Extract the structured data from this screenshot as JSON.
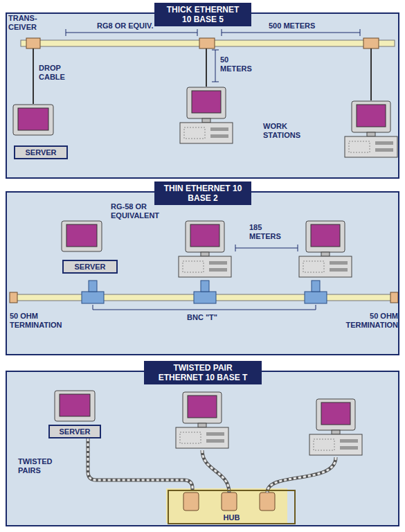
{
  "diagram": {
    "nodes": [
      {
        "text": [
          "THICK ETHERNET 10 BASE 5"
        ]
      },
      {
        "text": [
          "SERVER"
        ],
        "in": 0
      },
      {
        "text": [
          "THIN ETHERNET 10 BASE 2"
        ]
      },
      {
        "text": [
          "SERVER"
        ],
        "in": 2
      },
      {
        "text": [
          "TWISTED PAIR ETHERNET 10 BASE T"
        ]
      },
      {
        "text": [
          "SERVER"
        ],
        "in": 4
      },
      {
        "text": [
          "HUB"
        ],
        "in": 4
      }
    ],
    "edges": [
      {
        "from": 5,
        "to": 6,
        "arrow": "none"
      }
    ],
    "labels": [
      "TRANS- CEIVER",
      "RG8 OR EQUIV.",
      "500 METERS",
      "DROP CABLE",
      "50 METERS",
      "WORK STATIONS",
      "RG-58 OR EQUIVALENT",
      "185 METERS",
      "50 OHM TERMINATION",
      "BNC \"T\"",
      "50 OHM TERMINATION",
      "TWISTED PAIRS"
    ]
  }
}
